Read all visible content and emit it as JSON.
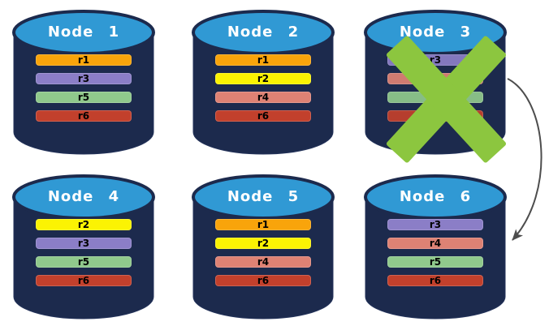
{
  "nodes": [
    {
      "label": "Node 1",
      "failed": false,
      "rows": [
        "r1",
        "r3",
        "r5",
        "r6"
      ]
    },
    {
      "label": "Node 2",
      "failed": false,
      "rows": [
        "r1",
        "r2",
        "r4",
        "r6"
      ]
    },
    {
      "label": "Node 3",
      "failed": true,
      "rows": [
        "r3",
        "r4",
        "r5",
        "r6"
      ]
    },
    {
      "label": "Node 4",
      "failed": false,
      "rows": [
        "r2",
        "r3",
        "r5",
        "r6"
      ]
    },
    {
      "label": "Node 5",
      "failed": false,
      "rows": [
        "r1",
        "r2",
        "r4",
        "r6"
      ]
    },
    {
      "label": "Node 6",
      "failed": false,
      "rows": [
        "r3",
        "r4",
        "r5",
        "r6"
      ]
    }
  ],
  "row_colors": {
    "r1": "#F9A40B",
    "r2": "#FBF303",
    "r3": "#8B7EC7",
    "r4": "#DE8274",
    "r5": "#90C98C",
    "r6": "#C2402C"
  },
  "colors": {
    "background": "#FFFFFF",
    "cylinder_body": "#1C2A4D",
    "cylinder_top": "#3099D4",
    "node_title_text": "#FFFFFF",
    "row_label_text": "#000000",
    "failure_x": "#8CC63F",
    "arrow": "#4D4D4D"
  },
  "connector": {
    "from": "Node 3",
    "to": "Node 6",
    "type": "curved-arrow"
  }
}
